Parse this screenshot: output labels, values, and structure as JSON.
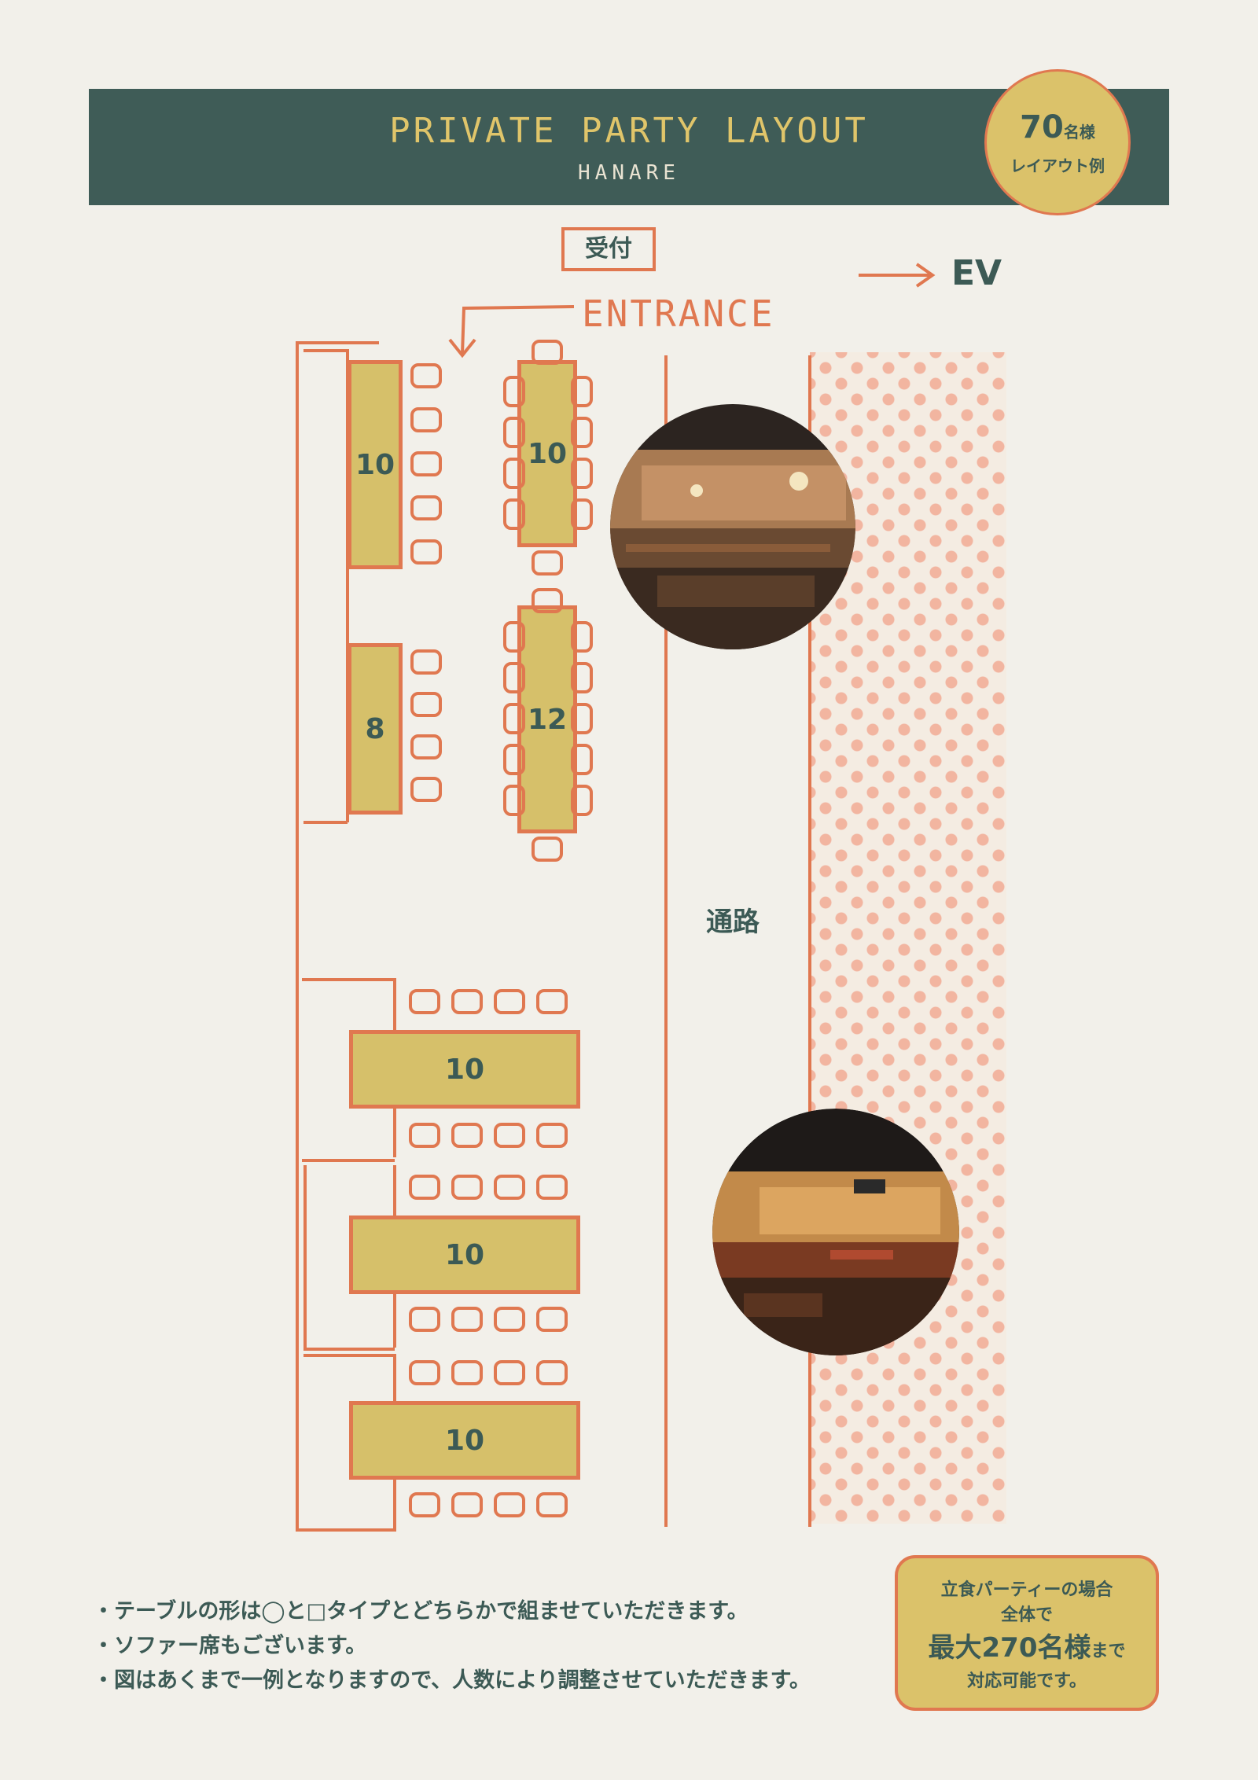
{
  "header": {
    "title": "PRIVATE PARTY LAYOUT",
    "subtitle": "HANARE"
  },
  "badge": {
    "count": "70",
    "count_unit": "名様",
    "caption": "レイアウト例"
  },
  "reception": {
    "label": "受付"
  },
  "entrance": {
    "label": "ENTRANCE"
  },
  "elevator": {
    "label": "EV"
  },
  "corridor": {
    "label": "通路"
  },
  "tables": [
    {
      "seats": "10"
    },
    {
      "seats": "10"
    },
    {
      "seats": "8"
    },
    {
      "seats": "12"
    },
    {
      "seats": "10"
    },
    {
      "seats": "10"
    },
    {
      "seats": "10"
    }
  ],
  "notes": {
    "line1": "・テーブルの形は◯と□タイプとどちらかで組ませていただきます。",
    "line2": "・ソファー席もございます。",
    "line3": "・図はあくまで一例となりますので、人数により調整させていただきます。"
  },
  "standing": {
    "line1": "立食パーティーの場合",
    "line2": "全体で",
    "line3_main": "最大270名様",
    "line3_suffix": "まで",
    "line4": "対応可能です。"
  },
  "colors": {
    "dark_green": "#3f5c57",
    "mustard": "#d6c06a",
    "coral": "#e07850",
    "background": "#f2f0ea"
  }
}
